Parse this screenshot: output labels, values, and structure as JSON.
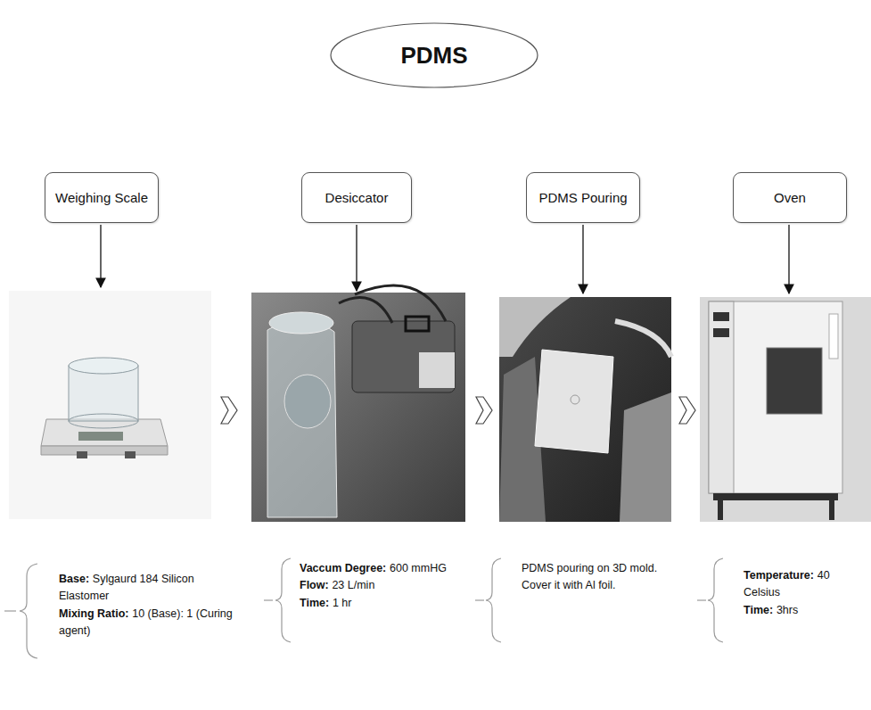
{
  "diagram": {
    "nodes": [
      {
        "text": [
          "PDMS"
        ]
      },
      {
        "text": [
          "Weighing Scale"
        ]
      },
      {
        "text": [
          "Desiccator"
        ]
      },
      {
        "text": [
          "PDMS Pouring"
        ]
      },
      {
        "text": [
          "Oven"
        ]
      }
    ],
    "labels": [
      "Base:",
      "Sylgaurd 184 Silicon Elastomer",
      "Mixing Ratio:",
      "10 (Base): 1 (Curing agent)",
      "Vaccum Degree:",
      "600 mmHG",
      "Flow:",
      "23 L/min",
      "Time:",
      "1 hr",
      "PDMS pouring on 3D mold. Cover it with Al foil.",
      "Temperature:",
      "40 Celsius",
      "Time:",
      "3hrs"
    ]
  }
}
